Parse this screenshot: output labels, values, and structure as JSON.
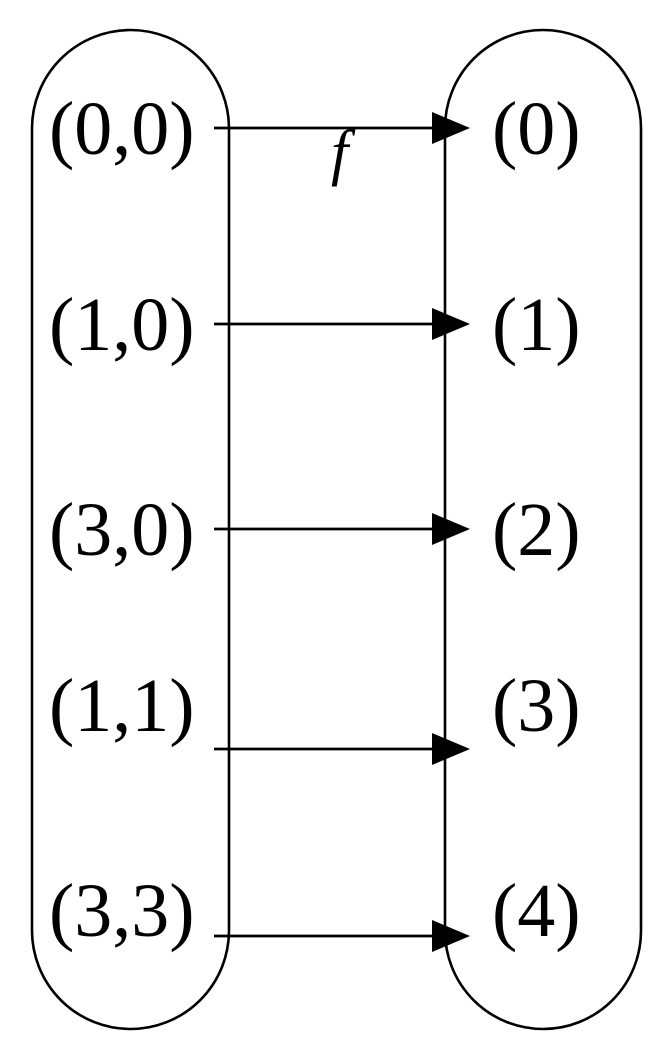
{
  "diagram": {
    "type": "function-mapping-diagram",
    "title": "",
    "background_color": "#ffffff",
    "stroke_color": "#000000",
    "domain_set": {
      "name": "domain-set",
      "shape": "capsule",
      "elements": [
        {
          "label": "(0,0)"
        },
        {
          "label": "(1,0)"
        },
        {
          "label": "(3,0)"
        },
        {
          "label": "(1,1)"
        },
        {
          "label": "(3,3)"
        }
      ]
    },
    "codomain_set": {
      "name": "codomain-set",
      "shape": "capsule",
      "elements": [
        {
          "label": "(0)"
        },
        {
          "label": "(1)"
        },
        {
          "label": "(2)"
        },
        {
          "label": "(3)"
        },
        {
          "label": "(4)"
        }
      ]
    },
    "mapping_label": "f",
    "mappings": [
      {
        "from": "(0,0)",
        "to": "(0)",
        "label": "f"
      },
      {
        "from": "(1,0)",
        "to": "(1)",
        "label": ""
      },
      {
        "from": "(3,0)",
        "to": "(2)",
        "label": ""
      },
      {
        "from": "(1,1)",
        "to": "(3)",
        "label": ""
      },
      {
        "from": "(3,3)",
        "to": "(4)",
        "label": ""
      }
    ]
  },
  "chart_data": {
    "type": "diagram",
    "title": "",
    "categories": [
      "(0,0)",
      "(1,0)",
      "(3,0)",
      "(1,1)",
      "(3,3)"
    ],
    "values": [
      "(0)",
      "(1)",
      "(2)",
      "(3)",
      "(4)"
    ],
    "xlabel": "",
    "ylabel": ""
  }
}
